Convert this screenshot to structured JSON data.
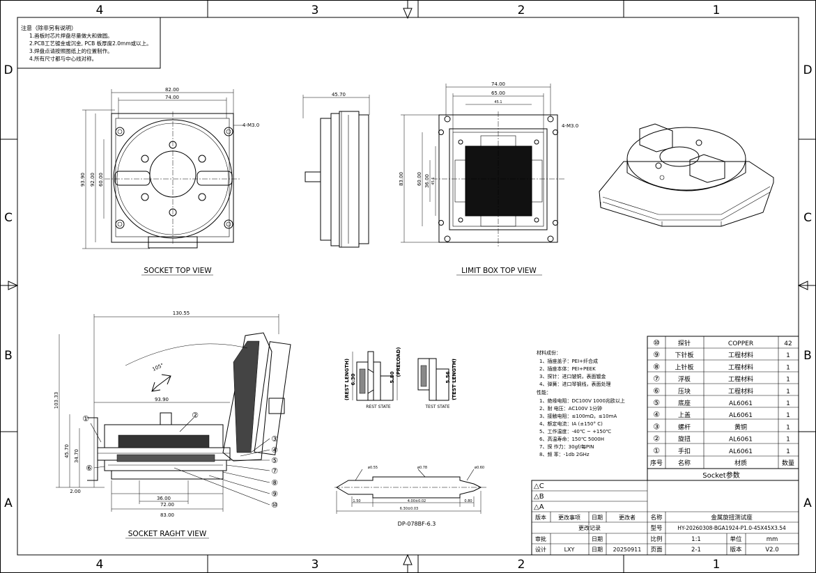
{
  "frame": {
    "columns": [
      "4",
      "3",
      "2",
      "1"
    ],
    "rows": [
      "D",
      "C",
      "B",
      "A"
    ]
  },
  "notes": {
    "title": "注意（除非另有说明）",
    "items": [
      "1.画板时芯片焊盘尽量做大和做圆。",
      "2.PCB工艺镀金或沉金, PCB 板厚度2.0mm或以上。",
      "3.焊盘点请按照图纸上的位置制作。",
      "4.所有尺寸都与中心线对称。"
    ]
  },
  "views": {
    "socket_top": {
      "caption": "SOCKET TOP VIEW",
      "dims": [
        "82.00",
        "74.00",
        "93.90",
        "92.00",
        "60.00",
        "4-M3.0"
      ]
    },
    "side": {
      "dims": [
        "45.70"
      ]
    },
    "limit_box": {
      "caption": "LIMIT BOX  TOP VIEW",
      "dims": [
        "74.00",
        "65.00",
        "45.1",
        "83.00",
        "60.00",
        "36.00",
        "45.1",
        "4-M3.0"
      ]
    },
    "socket_side": {
      "caption": "SOCKET RAGHT VIEW",
      "dims": [
        "130.55",
        "93.90",
        "103.33",
        "45.70",
        "34.70",
        "36.00",
        "72.00",
        "83.00",
        "2.00",
        "105°"
      ],
      "balloons": [
        "①",
        "②",
        "③",
        "④",
        "⑤",
        "⑥",
        "⑦",
        "⑧",
        "⑨",
        "⑩"
      ]
    },
    "pin": {
      "rest_label": "REST STATE",
      "test_label": "TEST STATE",
      "rest_length": "(REST LENGTH)",
      "rest_value": "6.30",
      "preload": "(PRELOAD)",
      "preload_value": "5.80",
      "test_length": "(TEST LENGTH)",
      "test_value": "5.56"
    },
    "probe": {
      "caption": "DP-078BF-6.3",
      "dims": [
        "ø0.55",
        "ø0.78",
        "ø0.60",
        "1.50",
        "4.00±0.02",
        "0.80",
        "6.30±0.03"
      ]
    }
  },
  "specs": {
    "materials_title": "材料成份：",
    "materials": [
      "1、插座盖子：PEI+纤合成",
      "2、插座本体：PEI+PEEK",
      "3、探针：进口铍铜，表面镀金",
      "4、弹簧：进口琴钢线，表面处理"
    ],
    "perf_title": "性能：",
    "perf": [
      "1、绝缘电阻：DC100V 1000兆欧以上",
      "2、耐  电压：AC100V 1分钟",
      "3、接触电阻：≤100mΩ，≤10mA",
      "4、额定电流：IA (±150° C)",
      "5、工作温度：-40℃ ~ +150℃",
      "6、高温寿命：150℃   5000H",
      "7、探  作力：30gf/每PIN",
      "8、频    率：-1db  2GHz"
    ]
  },
  "bom": {
    "headers": [
      "序号",
      "名称",
      "材质",
      "数量"
    ],
    "rows": [
      {
        "no": "⑩",
        "name": "探针",
        "material": "COPPER",
        "qty": "42"
      },
      {
        "no": "⑨",
        "name": "下针板",
        "material": "工程材料",
        "qty": "1"
      },
      {
        "no": "⑧",
        "name": "上针板",
        "material": "工程材料",
        "qty": "1"
      },
      {
        "no": "⑦",
        "name": "浮板",
        "material": "工程材料",
        "qty": "1"
      },
      {
        "no": "⑥",
        "name": "压块",
        "material": "工程材料",
        "qty": "1"
      },
      {
        "no": "⑤",
        "name": "底座",
        "material": "AL6061",
        "qty": "1"
      },
      {
        "no": "④",
        "name": "上盖",
        "material": "AL6061",
        "qty": "1"
      },
      {
        "no": "③",
        "name": "螺杆",
        "material": "黄铜",
        "qty": "1"
      },
      {
        "no": "②",
        "name": "旋扭",
        "material": "AL6061",
        "qty": "1"
      },
      {
        "no": "①",
        "name": "手扣",
        "material": "AL6061",
        "qty": "1"
      }
    ],
    "caption": "Socket参数"
  },
  "titleblock": {
    "rev_rows": [
      "△C",
      "△B",
      "△A"
    ],
    "rev_headers": [
      "版本",
      "更改事项",
      "日期",
      "更改者"
    ],
    "rev_caption": "更改记录",
    "approve": "审批",
    "date_label": "日期",
    "design": "设计",
    "designer": "LXY",
    "design_date": "20250911",
    "name_label": "名称",
    "name": "金属旋扭测试座",
    "model_label": "型号",
    "model": "HY-20260308-BGA1924-P1.0-45X45X3.54",
    "scale_label": "比例",
    "scale": "1:1",
    "unit_label": "单位",
    "unit": "mm",
    "page_label": "页面",
    "page": "2-1",
    "version_label": "版本",
    "version": "V2.0"
  }
}
